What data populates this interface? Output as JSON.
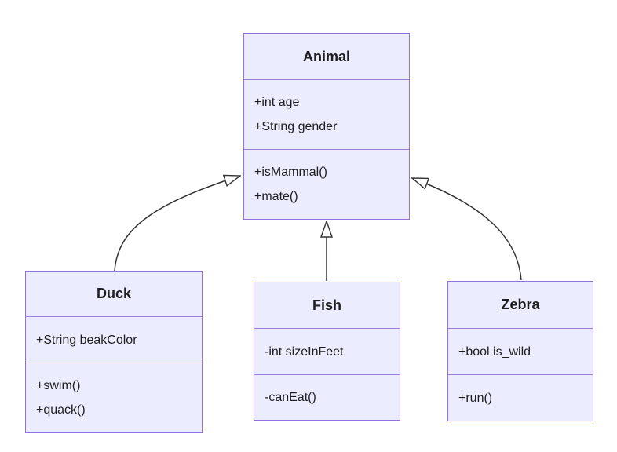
{
  "diagram": {
    "type": "uml-class-diagram",
    "classes": [
      {
        "id": "animal",
        "name": "Animal",
        "attributes": [
          "+int age",
          "+String gender"
        ],
        "methods": [
          "+isMammal()",
          "+mate()"
        ]
      },
      {
        "id": "duck",
        "name": "Duck",
        "attributes": [
          "+String beakColor"
        ],
        "methods": [
          "+swim()",
          "+quack()"
        ]
      },
      {
        "id": "fish",
        "name": "Fish",
        "attributes": [
          "-int sizeInFeet"
        ],
        "methods": [
          "-canEat()"
        ]
      },
      {
        "id": "zebra",
        "name": "Zebra",
        "attributes": [
          "+bool is_wild"
        ],
        "methods": [
          "+run()"
        ]
      }
    ],
    "relations": [
      {
        "from": "Duck",
        "to": "Animal",
        "type": "inheritance"
      },
      {
        "from": "Fish",
        "to": "Animal",
        "type": "inheritance"
      },
      {
        "from": "Zebra",
        "to": "Animal",
        "type": "inheritance"
      }
    ]
  },
  "colors": {
    "box_fill": "#ECECFF",
    "box_border": "#9370DB",
    "divider": "#9C7FD4",
    "text": "#1f1f1f",
    "line": "#333333",
    "arrowhead_fill": "#ffffff",
    "background": "#ffffff"
  }
}
